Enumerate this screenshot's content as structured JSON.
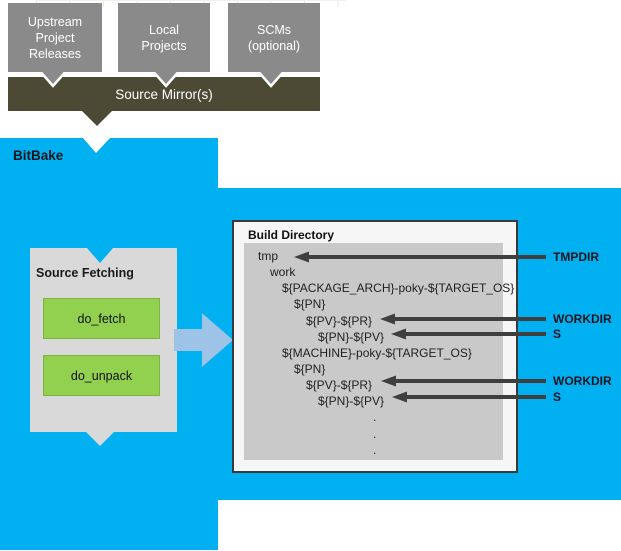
{
  "upstream_sources": {
    "boxes": [
      {
        "label": "Upstream Project Releases"
      },
      {
        "label": "Local Projects"
      },
      {
        "label": "SCMs (optional)"
      }
    ],
    "mirror": {
      "label": "Source Mirror(s)"
    }
  },
  "bitbake": {
    "label": "BitBake"
  },
  "source_fetching": {
    "title": "Source Fetching",
    "tasks": [
      {
        "label": "do_fetch"
      },
      {
        "label": "do_unpack"
      }
    ]
  },
  "build_directory": {
    "title": "Build Directory",
    "tree": [
      {
        "text": "tmp",
        "level": 0
      },
      {
        "text": "work",
        "level": 1
      },
      {
        "text": "${PACKAGE_ARCH}-poky-${TARGET_OS}",
        "level": 2
      },
      {
        "text": "${PN}",
        "level": 3
      },
      {
        "text": "${PV}-${PR}",
        "level": 4
      },
      {
        "text": "${PN}-${PV}",
        "level": 5
      },
      {
        "text": "${MACHINE}-poky-${TARGET_OS}",
        "level": 2
      },
      {
        "text": "${PN}",
        "level": 3
      },
      {
        "text": "${PV}-${PR}",
        "level": 4
      },
      {
        "text": "${PN}-${PV}",
        "level": 5
      },
      {
        "text": ".",
        "level": 6
      },
      {
        "text": ".",
        "level": 6
      },
      {
        "text": ".",
        "level": 6
      }
    ]
  },
  "pointers": [
    {
      "label": "TMPDIR",
      "target": "tmp"
    },
    {
      "label": "WORKDIR",
      "target": "${PV}-${PR}"
    },
    {
      "label": "S",
      "target": "${PN}-${PV}"
    },
    {
      "label": "WORKDIR",
      "target": "${PV}-${PR}"
    },
    {
      "label": "S",
      "target": "${PN}-${PV}"
    }
  ],
  "colors": {
    "bitbake_blue": "#00b0f0",
    "source_box_gray": "#8a8a8a",
    "mirror_olive": "#4c4a35",
    "panel_gray": "#d9d9d9",
    "tree_panel_gray": "#c9c9c9",
    "task_green": "#92d050",
    "flow_arrow_blue": "#9dc3e6",
    "pointer_arrow_gray": "#3f3f3f"
  }
}
